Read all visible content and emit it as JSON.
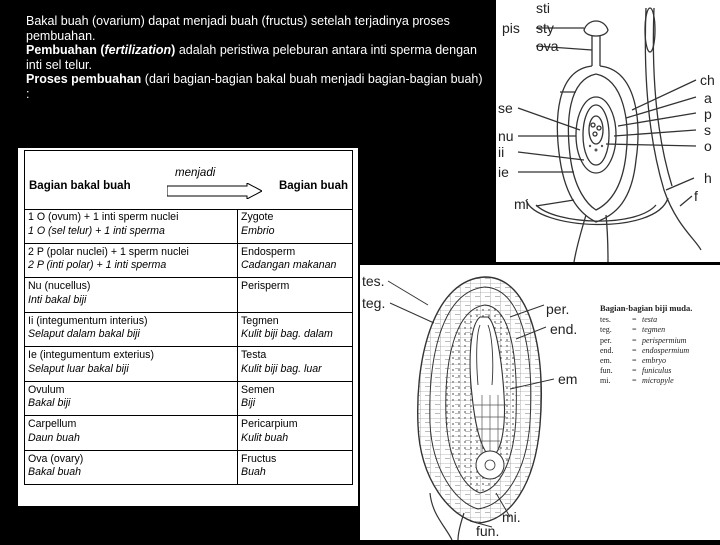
{
  "intro": {
    "line1": "Bakal buah (ovarium) dapat menjadi buah (fructus) setelah terjadinya proses pembuahan.",
    "p2_bold1": "Pembuahan (",
    "p2_bold_italic": "fertilization",
    "p2_bold2": ")",
    "p2_rest": " adalah peristiwa peleburan antara inti sperma dengan inti sel telur.",
    "p3_bold": "Proses pembuahan",
    "p3_rest": " (dari bagian-bagian bakal buah menjadi bagian-bagian buah) :"
  },
  "table": {
    "header_left": "Bagian bakal buah",
    "header_mid": "menjadi",
    "header_right": "Bagian buah",
    "rows": [
      {
        "l1": "1 O (ovum) + 1 inti sperm nuclei",
        "l2": "1 O (sel telur) + 1 inti sperma",
        "r1": "Zygote",
        "r2": "Embrio"
      },
      {
        "l1": "2 P (polar nuclei) + 1 sperm nuclei",
        "l2": "2 P (inti polar) + 1 inti sperma",
        "r1": "Endosperm",
        "r2": "Cadangan makanan"
      },
      {
        "l1": "Nu (nucellus)",
        "l2": "Inti bakal biji",
        "r1": "Perisperm",
        "r2": ""
      },
      {
        "l1": "Ii (integumentum interius)",
        "l2": "Selaput dalam bakal biji",
        "r1": "Tegmen",
        "r2": "Kulit biji bag. dalam"
      },
      {
        "l1": "Ie (integumentum exterius)",
        "l2": "Selaput luar bakal biji",
        "r1": "Testa",
        "r2": "Kulit biji bag. luar"
      },
      {
        "l1": "Ovulum",
        "l2": "Bakal biji",
        "r1": "Semen",
        "r2": "Biji"
      },
      {
        "l1": "Carpellum",
        "l2": "Daun buah",
        "r1": "Pericarpium",
        "r2": "Kulit buah"
      },
      {
        "l1": "Ova (ovary)",
        "l2": "Bakal buah",
        "r1": "Fructus",
        "r2": "Buah"
      }
    ]
  },
  "flower_labels": {
    "sti": "sti",
    "pis": "pis",
    "sty": "sty",
    "ova": "ova",
    "ch": "ch",
    "a": "a",
    "p": "p",
    "s": "s",
    "o": "o",
    "se": "se",
    "nu": "nu",
    "ii": "ii",
    "ie": "ie",
    "mi": "mi",
    "h": "h",
    "f": "f"
  },
  "seed_labels": {
    "tes": "tes.",
    "teg": "teg.",
    "per": "per.",
    "end": "end.",
    "em": "em",
    "mi": "mi.",
    "fun": "fun."
  },
  "seed_legend": {
    "title": "Bagian-bagian biji muda.",
    "rows": [
      {
        "k": "tes.",
        "v": "testa"
      },
      {
        "k": "teg.",
        "v": "tegmen"
      },
      {
        "k": "per.",
        "v": "perispermium"
      },
      {
        "k": "end.",
        "v": "endospermium"
      },
      {
        "k": "em.",
        "v": "embryo"
      },
      {
        "k": "fun.",
        "v": "funiculus"
      },
      {
        "k": "mi.",
        "v": "micropyle"
      }
    ]
  }
}
